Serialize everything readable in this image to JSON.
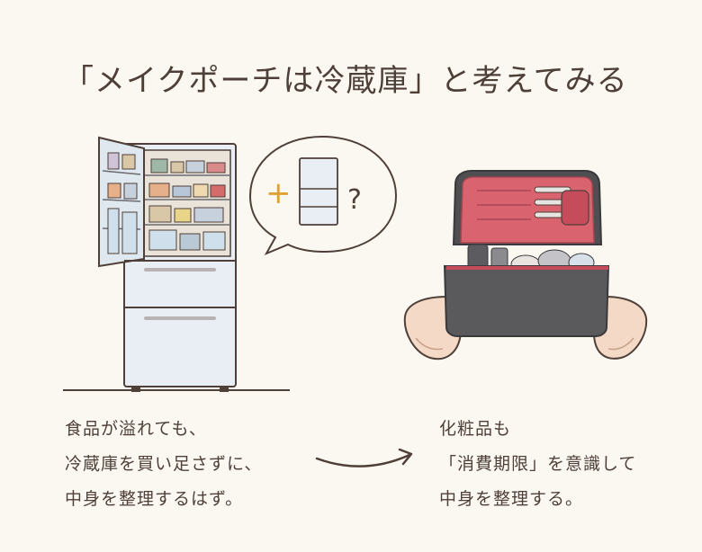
{
  "title": "「メイクポーチは冷蔵庫」と考えてみる",
  "left_caption": {
    "lines": [
      "食品が溢れても、",
      "冷蔵庫を買い足さずに、",
      "中身を整理するはず。"
    ]
  },
  "right_caption": {
    "lines": [
      "化粧品も",
      "「消費期限」を意識して",
      "中身を整理する。"
    ]
  },
  "speech_bubble": {
    "plus": "+",
    "question": "?"
  },
  "colors": {
    "ink": "#4e3f38",
    "fridge_body": "#e8eef4",
    "pouch_outer": "#5a5a5c",
    "pouch_lining": "#d96470",
    "skin": "#f3d9c6"
  }
}
